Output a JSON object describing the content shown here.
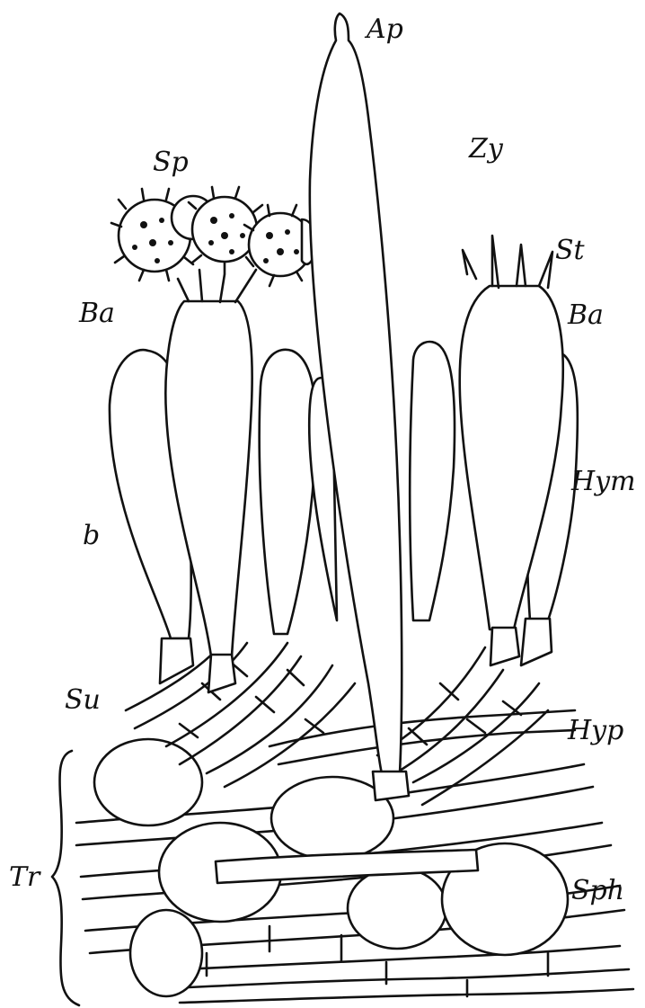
{
  "labels": {
    "ap": "Ap",
    "zy": "Zy",
    "sp": "Sp",
    "st": "St",
    "ba_left": "Ba",
    "ba_right": "Ba",
    "hym": "Hym",
    "b": "b",
    "su": "Su",
    "hyp": "Hyp",
    "tr": "Tr",
    "sph": "Sph"
  },
  "colors": {
    "ink": "#111111",
    "background": "#ffffff"
  }
}
